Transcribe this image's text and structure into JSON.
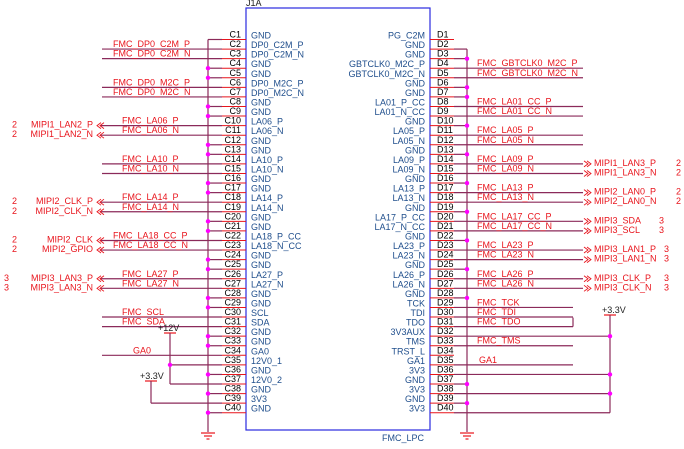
{
  "component": {
    "refdes": "J1A",
    "value": "FMC_LPC"
  },
  "colors": {
    "body_outline": "#2a2ae0",
    "pin_stub": "#e8141c",
    "wire": "#8b2a5a",
    "junction": "#ff00ff",
    "net_label": "#e8141c",
    "pin_name": "#1f4e8c"
  },
  "left_pins": [
    {
      "num": "C1",
      "name": "GND"
    },
    {
      "num": "C2",
      "name": "DP0_C2M_P"
    },
    {
      "num": "C3",
      "name": "DP0_C2M_N"
    },
    {
      "num": "C4",
      "name": "GND"
    },
    {
      "num": "C5",
      "name": "GND"
    },
    {
      "num": "C6",
      "name": "DP0_M2C_P"
    },
    {
      "num": "C7",
      "name": "DP0_M2C_N"
    },
    {
      "num": "C8",
      "name": "GND"
    },
    {
      "num": "C9",
      "name": "GND"
    },
    {
      "num": "C10",
      "name": "LA06_P"
    },
    {
      "num": "C11",
      "name": "LA06_N"
    },
    {
      "num": "C12",
      "name": "GND"
    },
    {
      "num": "C13",
      "name": "GND"
    },
    {
      "num": "C14",
      "name": "LA10_P"
    },
    {
      "num": "C15",
      "name": "LA10_N"
    },
    {
      "num": "C16",
      "name": "GND"
    },
    {
      "num": "C17",
      "name": "GND"
    },
    {
      "num": "C18",
      "name": "LA14_P"
    },
    {
      "num": "C19",
      "name": "LA14_N"
    },
    {
      "num": "C20",
      "name": "GND"
    },
    {
      "num": "C21",
      "name": "GND"
    },
    {
      "num": "C22",
      "name": "LA18_P_CC"
    },
    {
      "num": "C23",
      "name": "LA18_N_CC"
    },
    {
      "num": "C24",
      "name": "GND"
    },
    {
      "num": "C25",
      "name": "GND"
    },
    {
      "num": "C26",
      "name": "LA27_P"
    },
    {
      "num": "C27",
      "name": "LA27_N"
    },
    {
      "num": "C28",
      "name": "GND"
    },
    {
      "num": "C29",
      "name": "GND"
    },
    {
      "num": "C30",
      "name": "SCL"
    },
    {
      "num": "C31",
      "name": "SDA"
    },
    {
      "num": "C32",
      "name": "GND"
    },
    {
      "num": "C33",
      "name": "GND"
    },
    {
      "num": "C34",
      "name": "GA0"
    },
    {
      "num": "C35",
      "name": "12V0_1"
    },
    {
      "num": "C36",
      "name": "GND"
    },
    {
      "num": "C37",
      "name": "12V0_2"
    },
    {
      "num": "C38",
      "name": "GND"
    },
    {
      "num": "C39",
      "name": "3V3"
    },
    {
      "num": "C40",
      "name": "GND"
    }
  ],
  "right_pins": [
    {
      "num": "D1",
      "name": "PG_C2M"
    },
    {
      "num": "D2",
      "name": "GND"
    },
    {
      "num": "D3",
      "name": "GND"
    },
    {
      "num": "D4",
      "name": "GBTCLK0_M2C_P"
    },
    {
      "num": "D5",
      "name": "GBTCLK0_M2C_N"
    },
    {
      "num": "D6",
      "name": "GND"
    },
    {
      "num": "D7",
      "name": "GND"
    },
    {
      "num": "D8",
      "name": "LA01_P_CC"
    },
    {
      "num": "D9",
      "name": "LA01_N_CC"
    },
    {
      "num": "D10",
      "name": "GND"
    },
    {
      "num": "D11",
      "name": "LA05_P"
    },
    {
      "num": "D12",
      "name": "LA05_N"
    },
    {
      "num": "D13",
      "name": "GND"
    },
    {
      "num": "D14",
      "name": "LA09_P"
    },
    {
      "num": "D15",
      "name": "LA09_N"
    },
    {
      "num": "D16",
      "name": "GND"
    },
    {
      "num": "D17",
      "name": "LA13_P"
    },
    {
      "num": "D18",
      "name": "LA13_N"
    },
    {
      "num": "D19",
      "name": "GND"
    },
    {
      "num": "D20",
      "name": "LA17_P_CC"
    },
    {
      "num": "D21",
      "name": "LA17_N_CC"
    },
    {
      "num": "D22",
      "name": "GND"
    },
    {
      "num": "D23",
      "name": "LA23_P"
    },
    {
      "num": "D24",
      "name": "LA23_N"
    },
    {
      "num": "D25",
      "name": "GND"
    },
    {
      "num": "D26",
      "name": "LA26_P"
    },
    {
      "num": "D27",
      "name": "LA26_N"
    },
    {
      "num": "D28",
      "name": "GND"
    },
    {
      "num": "D29",
      "name": "TCK"
    },
    {
      "num": "D30",
      "name": "TDI"
    },
    {
      "num": "D31",
      "name": "TDO"
    },
    {
      "num": "D32",
      "name": "3V3AUX"
    },
    {
      "num": "D33",
      "name": "TMS"
    },
    {
      "num": "D34",
      "name": "TRST_L"
    },
    {
      "num": "D35",
      "name": "GA1"
    },
    {
      "num": "D36",
      "name": "3V3"
    },
    {
      "num": "D37",
      "name": "GND"
    },
    {
      "num": "D38",
      "name": "3V3"
    },
    {
      "num": "D39",
      "name": "GND"
    },
    {
      "num": "D40",
      "name": "3V3"
    }
  ],
  "left_nets": [
    {
      "pin": "C2",
      "label": "FMC_DP0_C2M_P"
    },
    {
      "pin": "C3",
      "label": "FMC_DP0_C2M_N"
    },
    {
      "pin": "C6",
      "label": "FMC_DP0_M2C_P"
    },
    {
      "pin": "C7",
      "label": "FMC_DP0_M2C_N"
    },
    {
      "pin": "C10",
      "label": "FMC_LA06_P",
      "port": "MIPI1_LAN2_P",
      "sheet": "2"
    },
    {
      "pin": "C11",
      "label": "FMC_LA06_N",
      "port": "MIPI1_LAN2_N",
      "sheet": "2"
    },
    {
      "pin": "C14",
      "label": "FMC_LA10_P"
    },
    {
      "pin": "C15",
      "label": "FMC_LA10_N"
    },
    {
      "pin": "C18",
      "label": "FMC_LA14_P",
      "port": "MIPI2_CLK_P",
      "sheet": "2"
    },
    {
      "pin": "C19",
      "label": "FMC_LA14_N",
      "port": "MIPI2_CLK_N",
      "sheet": "2"
    },
    {
      "pin": "C22",
      "label": "FMC_LA18_CC_P",
      "port": "MIPI2_CLK",
      "sheet": "2"
    },
    {
      "pin": "C23",
      "label": "FMC_LA18_CC_N",
      "port": "MIPI2_GPIO",
      "sheet": "2"
    },
    {
      "pin": "C26",
      "label": "FMC_LA27_P",
      "port": "MIPI3_LAN3_P",
      "sheet": "3"
    },
    {
      "pin": "C27",
      "label": "FMC_LA27_N",
      "port": "MIPI3_LAN3_N",
      "sheet": "3"
    },
    {
      "pin": "C30",
      "label": "FMC_SCL"
    },
    {
      "pin": "C31",
      "label": "FMC_SDA"
    },
    {
      "pin": "C34",
      "label": "GA0"
    }
  ],
  "right_nets": [
    {
      "pin": "D4",
      "label": "FMC_GBTCLK0_M2C_P"
    },
    {
      "pin": "D5",
      "label": "FMC_GBTCLK0_M2C_N"
    },
    {
      "pin": "D8",
      "label": "FMC_LA01_CC_P"
    },
    {
      "pin": "D9",
      "label": "FMC_LA01_CC_N"
    },
    {
      "pin": "D11",
      "label": "FMC_LA05_P"
    },
    {
      "pin": "D12",
      "label": "FMC_LA05_N"
    },
    {
      "pin": "D14",
      "label": "FMC_LA09_P",
      "port": "MIPI1_LAN3_P",
      "sheet": "2"
    },
    {
      "pin": "D15",
      "label": "FMC_LA09_N",
      "port": "MIPI1_LAN3_N",
      "sheet": "2"
    },
    {
      "pin": "D17",
      "label": "FMC_LA13_P",
      "port": "MIPI2_LAN0_P",
      "sheet": "2"
    },
    {
      "pin": "D18",
      "label": "FMC_LA13_N",
      "port": "MIPI2_LAN0_N",
      "sheet": "2"
    },
    {
      "pin": "D20",
      "label": "FMC_LA17_CC_P",
      "port": "MIPI3_SDA",
      "sheet": "3"
    },
    {
      "pin": "D21",
      "label": "FMC_LA17_CC_N",
      "port": "MIPI3_SCL",
      "sheet": "3"
    },
    {
      "pin": "D23",
      "label": "FMC_LA23_P",
      "port": "MIPI3_LAN1_P",
      "sheet": "3"
    },
    {
      "pin": "D24",
      "label": "FMC_LA23_N",
      "port": "MIPI3_LAN1_N",
      "sheet": "3"
    },
    {
      "pin": "D26",
      "label": "FMC_LA26_P",
      "port": "MIPI3_CLK_P",
      "sheet": "3"
    },
    {
      "pin": "D27",
      "label": "FMC_LA26_N",
      "port": "MIPI3_CLK_N",
      "sheet": "3"
    },
    {
      "pin": "D29",
      "label": "FMC_TCK"
    },
    {
      "pin": "D30",
      "label": "FMC_TDI"
    },
    {
      "pin": "D31",
      "label": "FMC_TDO"
    },
    {
      "pin": "D33",
      "label": "FMC_TMS"
    },
    {
      "pin": "D35",
      "label": "GA1"
    }
  ],
  "power": {
    "p12v_label": "+12V",
    "p3v3_left_label": "+3.3V",
    "p3v3_right_label": "+3.3V"
  },
  "left_gnd_pins": [
    "C1",
    "C4",
    "C5",
    "C8",
    "C9",
    "C12",
    "C13",
    "C16",
    "C17",
    "C20",
    "C21",
    "C24",
    "C25",
    "C28",
    "C29",
    "C32",
    "C33",
    "C36",
    "C38",
    "C40"
  ],
  "right_gnd_pins": [
    "D2",
    "D3",
    "D6",
    "D7",
    "D10",
    "D13",
    "D16",
    "D19",
    "D22",
    "D25",
    "D28",
    "D37",
    "D39"
  ],
  "right_3v3_pins": [
    "D32",
    "D36",
    "D38",
    "D40"
  ]
}
